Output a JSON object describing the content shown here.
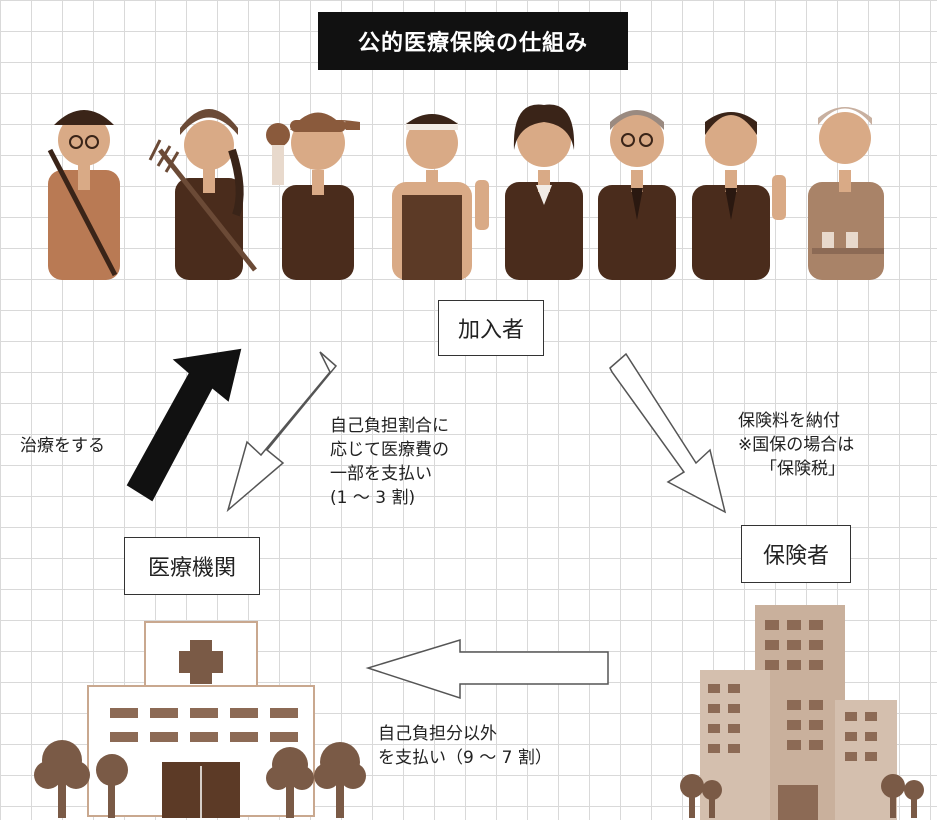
{
  "title": "公的医療保険の仕組み",
  "nodes": {
    "members": "加入者",
    "medical_institution": "医療機関",
    "insurer": "保険者"
  },
  "edges": {
    "treatment": "治療をする",
    "copay": "自己負担割合に\n応じて医療費の\n一部を支払い\n(1 ～ 3 割)",
    "premium_line1": "保険料を納付",
    "premium_line2": "※国保の場合は",
    "premium_line3": "「保険税」",
    "remainder": "自己負担分以外\nを支払い（9 ～ 7 割）"
  },
  "colors": {
    "grid": "#d9d9d9",
    "title_bg": "#111111",
    "person_dark": "#4a2c1c",
    "person_mid": "#8a5a3c",
    "person_light": "#c89a78",
    "skin": "#d9aa86",
    "building": "#c9b09c",
    "building_window": "#8c6a55",
    "hospital_accent": "#7a5a46",
    "tree": "#7a5a46"
  }
}
